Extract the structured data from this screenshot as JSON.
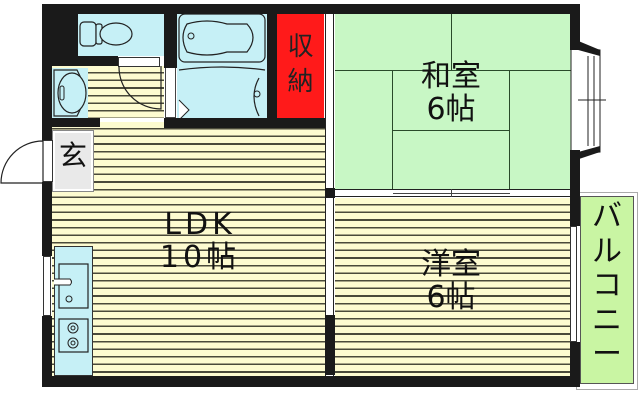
{
  "floorplan": {
    "title": "",
    "rooms": {
      "ldk": {
        "name": "LDK",
        "size": "10帖"
      },
      "washitsu": {
        "name": "和室",
        "size": "6帖"
      },
      "youshitsu": {
        "name": "洋室",
        "size": "6帖"
      },
      "storage": {
        "name": "収納"
      },
      "genkan": {
        "name": "玄"
      },
      "balcony": {
        "name": "バルコニー"
      }
    },
    "fixtures": [
      "toilet-icon",
      "bathtub-icon",
      "washbasin-icon",
      "kitchen-sink-icon",
      "stove-icon",
      "entry-door-icon",
      "bay-window-icon"
    ],
    "colors": {
      "wall": "#1a1a1a",
      "flooring": "#fdfbd0",
      "tatami": "#c8f7c5",
      "wet_area": "#c6f0f6",
      "storage": "#ff1a1a",
      "balcony": "#c9f5a3",
      "genkan": "#e9e9e9"
    }
  }
}
